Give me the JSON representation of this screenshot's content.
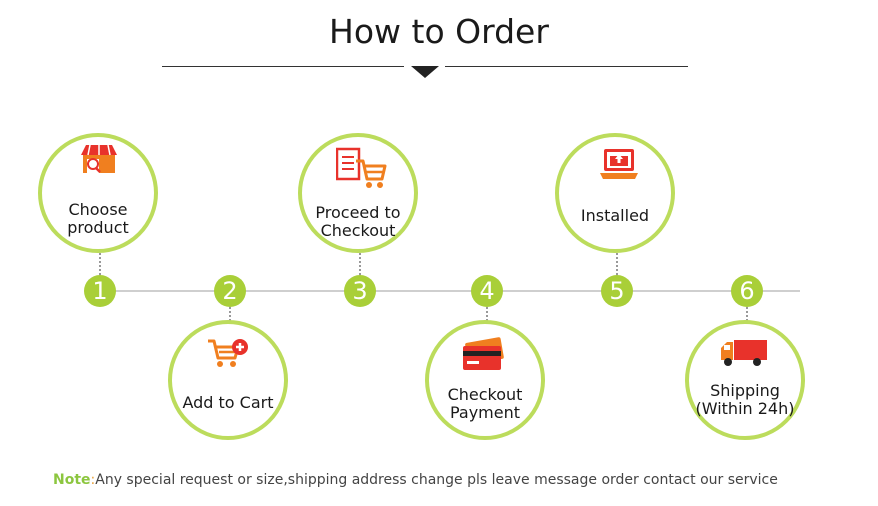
{
  "title": "How to Order",
  "steps": [
    {
      "number": "1",
      "label_line1": "Choose",
      "label_line2": "product",
      "icon": "shop-icon"
    },
    {
      "number": "2",
      "label_line1": "Add to Cart",
      "label_line2": "",
      "icon": "cart-add-icon"
    },
    {
      "number": "3",
      "label_line1": "Proceed to",
      "label_line2": "Checkout",
      "icon": "checkout-cart-icon"
    },
    {
      "number": "4",
      "label_line1": "Checkout",
      "label_line2": "Payment",
      "icon": "credit-card-icon"
    },
    {
      "number": "5",
      "label_line1": "Installed",
      "label_line2": "",
      "icon": "laptop-icon"
    },
    {
      "number": "6",
      "label_line1": "Shipping",
      "label_line2": "(Within 24h)",
      "icon": "truck-icon"
    }
  ],
  "note": {
    "label": "Note",
    "separator": ":",
    "text": "Any special request or size,shipping address change pls leave message order contact our service"
  },
  "colors": {
    "ring": "#bcdc5c",
    "badge": "#a9cf38",
    "icon_red": "#e8322b",
    "icon_orange": "#f07f1f",
    "note_label": "#8cc63f"
  }
}
